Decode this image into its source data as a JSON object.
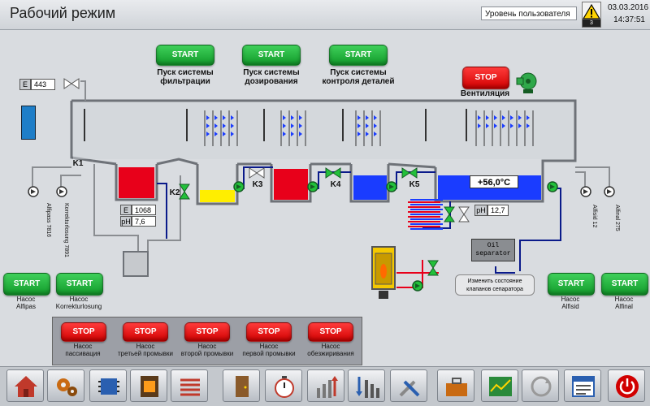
{
  "header": {
    "title": "Рабочий режим",
    "user_level": "Уровень пользователя",
    "alarm_count": "3",
    "date": "03.03.2016",
    "time": "14:37:51"
  },
  "top_controls": [
    {
      "button": "START",
      "label_line1": "Пуск системы",
      "label_line2": "фильтрации"
    },
    {
      "button": "START",
      "label_line1": "Пуск системы",
      "label_line2": "дозирования"
    },
    {
      "button": "START",
      "label_line1": "Пуск системы",
      "label_line2": "контроля деталей"
    }
  ],
  "ventilation": {
    "button": "STOP",
    "label": "Вентиляция"
  },
  "process": {
    "e_value": "443",
    "e_tag": "E",
    "k1": "K1",
    "k2": "K2",
    "k3": "K3",
    "k4": "K4",
    "k5": "K5",
    "tank1_e_tag": "E",
    "tank1_e": "1068",
    "tank1_ph_tag": "pH",
    "tank1_ph": "7,6",
    "temperature": "+56,0°C",
    "ph_tag": "pH",
    "ph": "12,7",
    "oil_line1": "Oil",
    "oil_line2": "separator",
    "sep_note_line1": "Изменить состояние",
    "sep_note_line2": "клапанов сепаратора",
    "alfipas_level": "Alfipass 7816",
    "korrektur_level": "Korrekturlosung 7891",
    "alfisid_level": "Alfisid 12",
    "alfinal_level": "Alfinal 275"
  },
  "pumps_left": [
    {
      "button": "START",
      "line1": "Насос",
      "line2": "Alfipas"
    },
    {
      "button": "START",
      "line1": "Насос",
      "line2": "Korrekturlosung"
    }
  ],
  "pumps_right": [
    {
      "button": "START",
      "line1": "Насос",
      "line2": "Alfisid"
    },
    {
      "button": "START",
      "line1": "Насос",
      "line2": "Alfinal"
    }
  ],
  "stop_panel": [
    {
      "button": "STOP",
      "line1": "Насос",
      "line2": "пассивация"
    },
    {
      "button": "STOP",
      "line1": "Насос",
      "line2": "третьей промывки"
    },
    {
      "button": "STOP",
      "line1": "Насос",
      "line2": "второй промывки"
    },
    {
      "button": "STOP",
      "line1": "Насос",
      "line2": "первой промывки"
    },
    {
      "button": "STOP",
      "line1": "Насос",
      "line2": "обезжиривания"
    }
  ],
  "footer_icons": [
    "home-icon",
    "gears-icon",
    "chip-icon",
    "furnace-icon",
    "heater-icon",
    "door-icon",
    "stopwatch-icon",
    "levels-up-icon",
    "levels-down-icon",
    "tools-icon",
    "toolbox-icon",
    "trend-icon",
    "cycle-icon",
    "alarm-list-icon",
    "power-icon"
  ],
  "colors": {
    "start": "#22b33c",
    "stop": "#e60000",
    "water": "#1a3cff",
    "chem_red": "#e8001a",
    "chem_yellow": "#ffee00"
  }
}
